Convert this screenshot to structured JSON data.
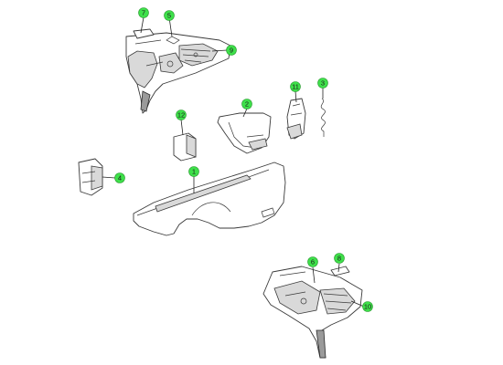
{
  "colors": {
    "callout_fill": "#3ee04a",
    "line": "#3a3a3a"
  },
  "callouts": [
    {
      "id": "c7a",
      "label": "7"
    },
    {
      "id": "c5",
      "label": "5"
    },
    {
      "id": "c9",
      "label": "9"
    },
    {
      "id": "c2",
      "label": "2"
    },
    {
      "id": "c11",
      "label": "11"
    },
    {
      "id": "c3",
      "label": "3"
    },
    {
      "id": "c12",
      "label": "12"
    },
    {
      "id": "c1",
      "label": "1"
    },
    {
      "id": "c4",
      "label": "4"
    },
    {
      "id": "c6",
      "label": "6"
    },
    {
      "id": "c8",
      "label": "8"
    },
    {
      "id": "c10",
      "label": "10"
    }
  ]
}
